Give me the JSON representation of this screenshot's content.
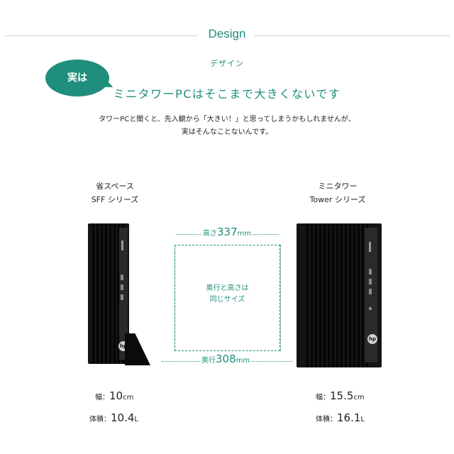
{
  "section": {
    "title": "Design",
    "subtitle": "デザイン"
  },
  "callout": {
    "bubble": "実は",
    "headline": "ミニタワーPCはそこまで大きくないです"
  },
  "body": {
    "line1": "タワーPCと聞くと、先入観から「大きい！」と思ってしまうかもしれませんが、",
    "line2": "実はそんなことないんです。"
  },
  "left_product": {
    "name_line1": "省スペース",
    "name_line2": "SFF シリーズ",
    "width_label": "幅：",
    "width_value": "10",
    "width_unit": "cm",
    "volume_label": "体積：",
    "volume_value": "10.4",
    "volume_unit": "L"
  },
  "right_product": {
    "name_line1": "ミニタワー",
    "name_line2": "Tower シリーズ",
    "width_label": "幅：",
    "width_value": "15.5",
    "width_unit": "cm",
    "volume_label": "体積：",
    "volume_value": "16.1",
    "volume_unit": "L"
  },
  "dimensions": {
    "height_prefix": "高さ",
    "height_value": "337",
    "height_unit": "mm",
    "depth_prefix": "奥行",
    "depth_value": "308",
    "depth_unit": "mm",
    "note_line1": "奥行と高さは",
    "note_line2": "同じサイズ"
  },
  "logo_text": "hp",
  "colors": {
    "accent": "#1f8e7c",
    "tower": "#141414"
  }
}
